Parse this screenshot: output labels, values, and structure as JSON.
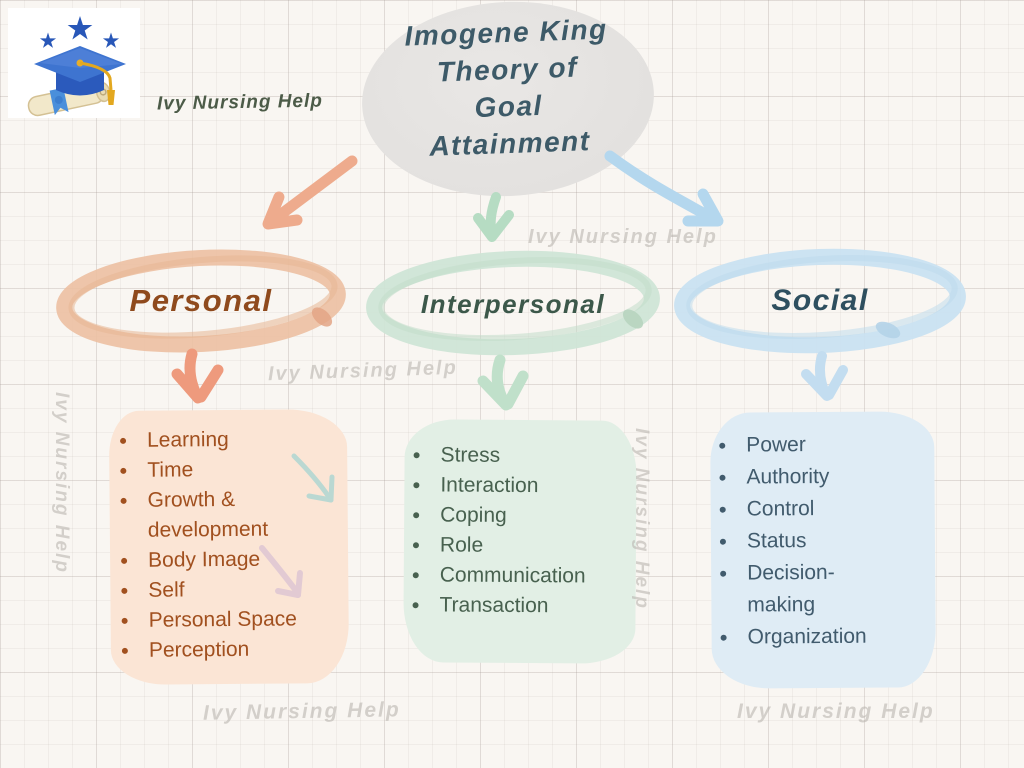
{
  "brand": {
    "name": "Ivy Nursing Help",
    "logo": "graduation-cap-with-stars-and-diploma"
  },
  "title": {
    "lines": [
      "Imogene King",
      "Theory of",
      "Goal",
      "Attainment"
    ]
  },
  "watermark": {
    "text": "Ivy Nursing Help"
  },
  "branches": [
    {
      "id": "personal",
      "label": "Personal",
      "items": [
        "Learning",
        "Time",
        "Growth & development",
        "Body Image",
        "Self",
        "Personal Space",
        "Perception"
      ]
    },
    {
      "id": "interpersonal",
      "label": "Interpersonal",
      "items": [
        "Stress",
        "Interaction",
        "Coping",
        "Role",
        "Communication",
        "Transaction"
      ]
    },
    {
      "id": "social",
      "label": "Social",
      "items": [
        "Power",
        "Authority",
        "Control",
        "Status",
        "Decision-making",
        "Organization"
      ]
    }
  ],
  "colors": {
    "background": "#f9f6f2",
    "title_ink": "#3d5a68",
    "title_blob": "#e5e3e1",
    "brand_ink": "#4c5b48",
    "watermark": "#b5b1ab",
    "personal": {
      "ring": "#ecc0a2",
      "label_ink": "#8f4a1d",
      "panel": "#fbe5d5",
      "text": "#a1501f",
      "arrow": "#ee9a7d"
    },
    "interpersonal": {
      "ring": "#cfe5d6",
      "label_ink": "#3c584a",
      "panel": "#e2efe5",
      "text": "#48614f",
      "arrow": "#c0e0ca"
    },
    "social": {
      "ring": "#c9e2f1",
      "label_ink": "#2e4f5f",
      "panel": "#dfecf5",
      "text": "#415b6d",
      "arrow": "#c3ddf0"
    }
  }
}
